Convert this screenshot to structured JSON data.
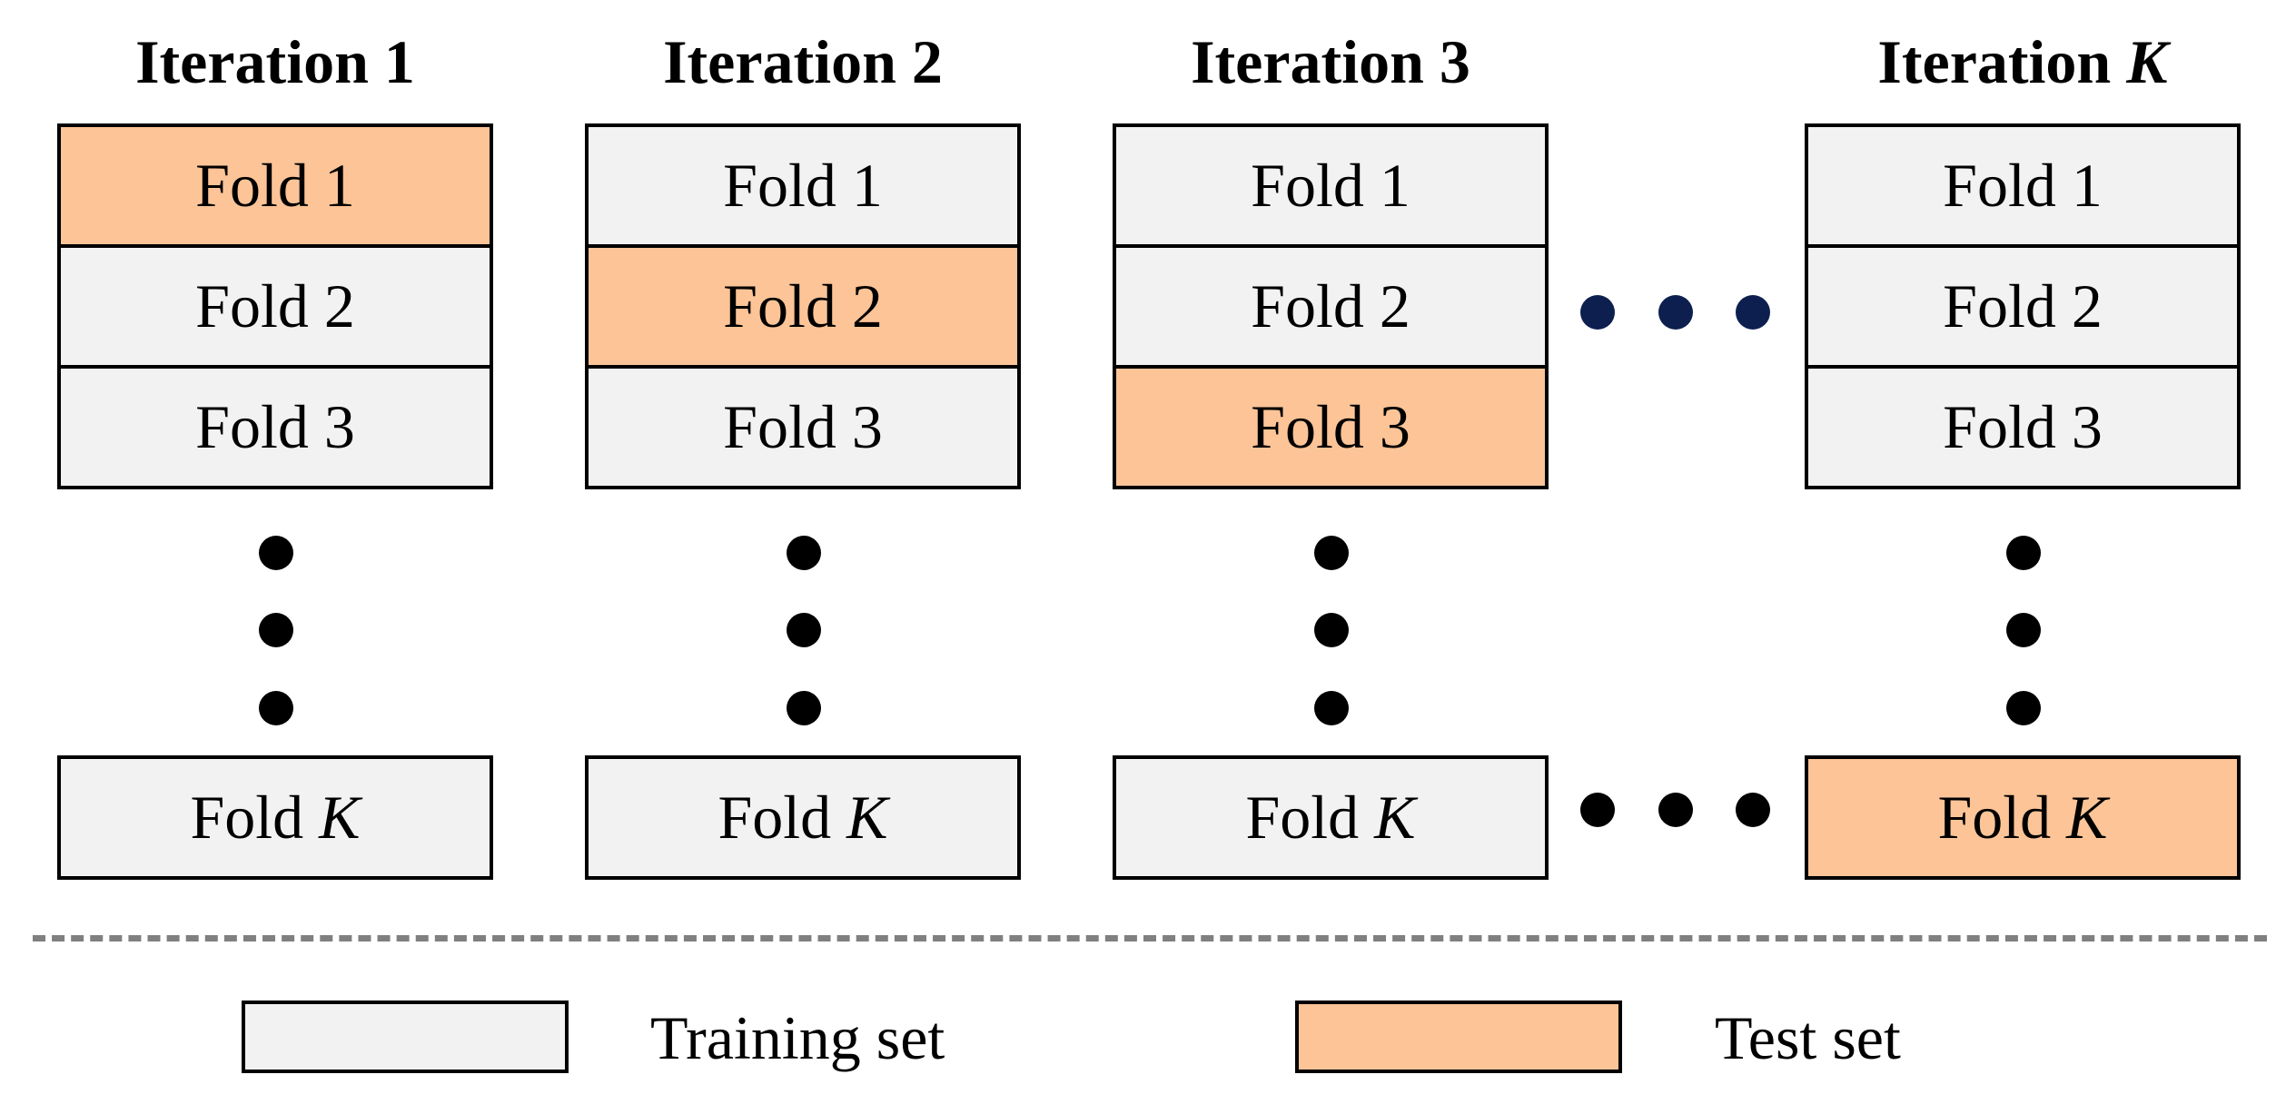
{
  "iterations": [
    {
      "title_prefix": "Iteration ",
      "title_num": "1",
      "test_index": 1
    },
    {
      "title_prefix": "Iteration ",
      "title_num": "2",
      "test_index": 2
    },
    {
      "title_prefix": "Iteration ",
      "title_num": "3",
      "test_index": 3
    },
    {
      "title_prefix": "Iteration ",
      "title_num": "K",
      "test_index": "K"
    }
  ],
  "folds": {
    "f1": "Fold 1",
    "f2": "Fold 2",
    "f3": "Fold 3",
    "fk_prefix": "Fold ",
    "fk_var": "K"
  },
  "legend": {
    "training": "Training set",
    "test": "Test set"
  },
  "colors": {
    "training": "#f2f2f2",
    "test": "#fcc497",
    "border": "#000000",
    "dash": "#808080",
    "dot_navy": "#0d1f4f",
    "dot_black": "#000000"
  }
}
